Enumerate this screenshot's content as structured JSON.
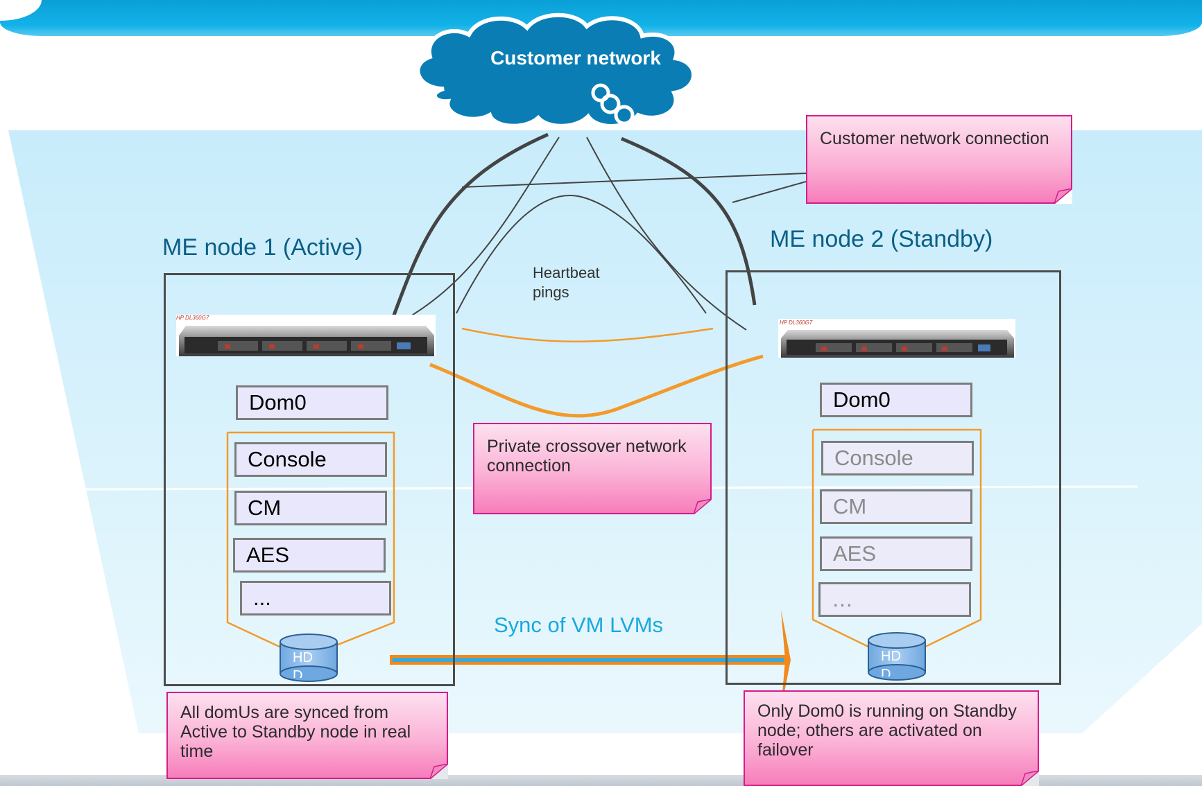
{
  "cloud": {
    "label": "Customer network"
  },
  "nodes": [
    {
      "title": "ME node 1 (Active)",
      "server_label": "HP DL360G7",
      "dom0": "Dom0",
      "vms": [
        "Console",
        "CM",
        "AES",
        "..."
      ],
      "disk": "HDD"
    },
    {
      "title": "ME node 2 (Standby)",
      "server_label": "HP DL360G7",
      "dom0": "Dom0",
      "vms": [
        "Console",
        "CM",
        "AES",
        "…"
      ],
      "disk": "HDD"
    }
  ],
  "labels": {
    "heartbeat": "Heartbeat pings",
    "sync": "Sync of VM LVMs"
  },
  "notes": {
    "customer_network": "Customer network connection",
    "private_crossover": "Private crossover network connection",
    "active_sync": "All domUs are synced from Active to Standby node in real time",
    "standby_dom0": "Only Dom0 is running on Standby node; others are activated on failover"
  },
  "colors": {
    "network_line": "#444444",
    "crossover_line": "#f39a2a",
    "sync_arrow": "#f08a1c",
    "sync_arrow_core": "#3da8d6",
    "cloud": "#0a7db4",
    "note": "#fbb2d6"
  }
}
